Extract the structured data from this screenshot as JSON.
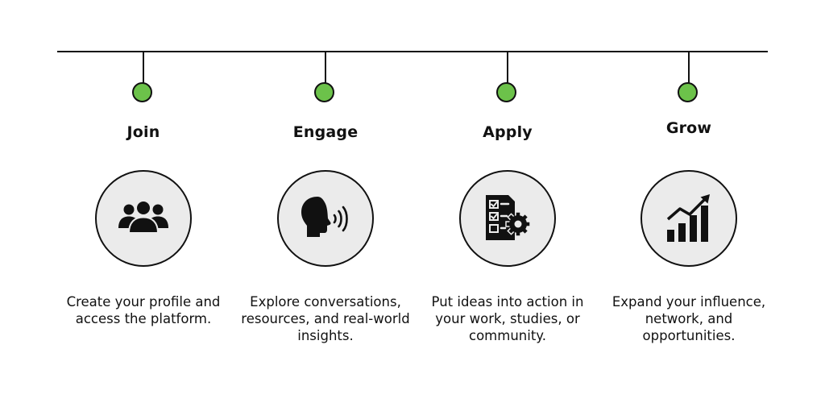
{
  "colors": {
    "line": "#111111",
    "dot": "#6cc24a",
    "circle_fill": "#ebebeb",
    "icon": "#111111"
  },
  "steps": [
    {
      "title": "Join",
      "icon": "people-group-icon",
      "description": "Create your profile and access the platform."
    },
    {
      "title": "Engage",
      "icon": "speaking-head-icon",
      "description": "Explore conversations, resources, and real-world insights."
    },
    {
      "title": "Apply",
      "icon": "checklist-gear-icon",
      "description": "Put ideas into action in your work, studies, or community."
    },
    {
      "title": "Grow",
      "icon": "growth-chart-icon",
      "description": "Expand your influence, network, and opportunities."
    }
  ]
}
